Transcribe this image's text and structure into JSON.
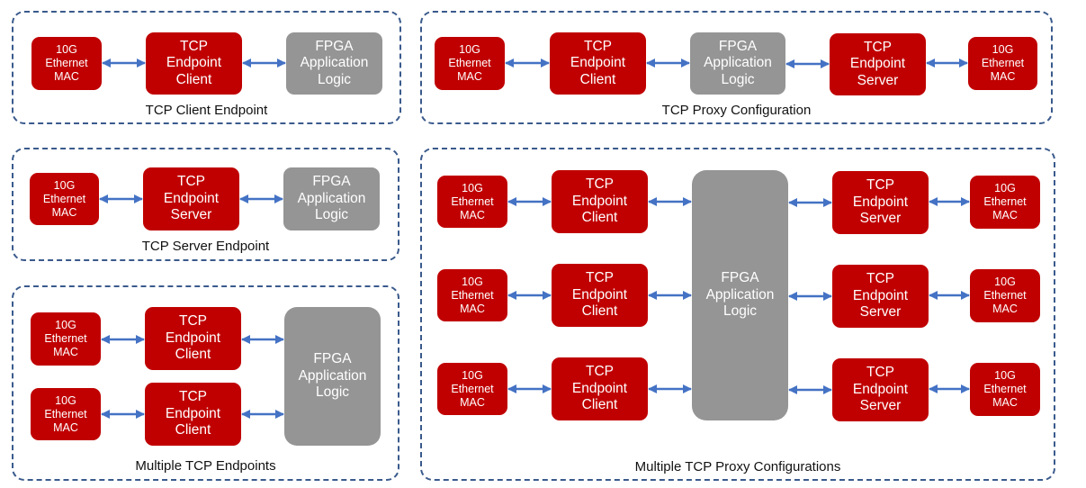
{
  "colors": {
    "tcp_block": "#c00000",
    "mac_block": "#c00000",
    "fpga_block": "#959595",
    "arrow": "#4472c4",
    "panel_border": "#3a5a8c"
  },
  "labels": {
    "mac": "10G\nEthernet\nMAC",
    "tcp_client": "TCP\nEndpoint\nClient",
    "tcp_server": "TCP\nEndpoint\nServer",
    "fpga": "FPGA\nApplication\nLogic"
  },
  "panels": [
    {
      "id": "tcp-client-endpoint",
      "title": "TCP Client Endpoint"
    },
    {
      "id": "tcp-proxy-configuration",
      "title": "TCP Proxy Configuration"
    },
    {
      "id": "tcp-server-endpoint",
      "title": "TCP Server Endpoint"
    },
    {
      "id": "multiple-tcp-endpoints",
      "title": "Multiple TCP Endpoints"
    },
    {
      "id": "multiple-tcp-proxy-configurations",
      "title": "Multiple TCP Proxy Configurations"
    }
  ]
}
